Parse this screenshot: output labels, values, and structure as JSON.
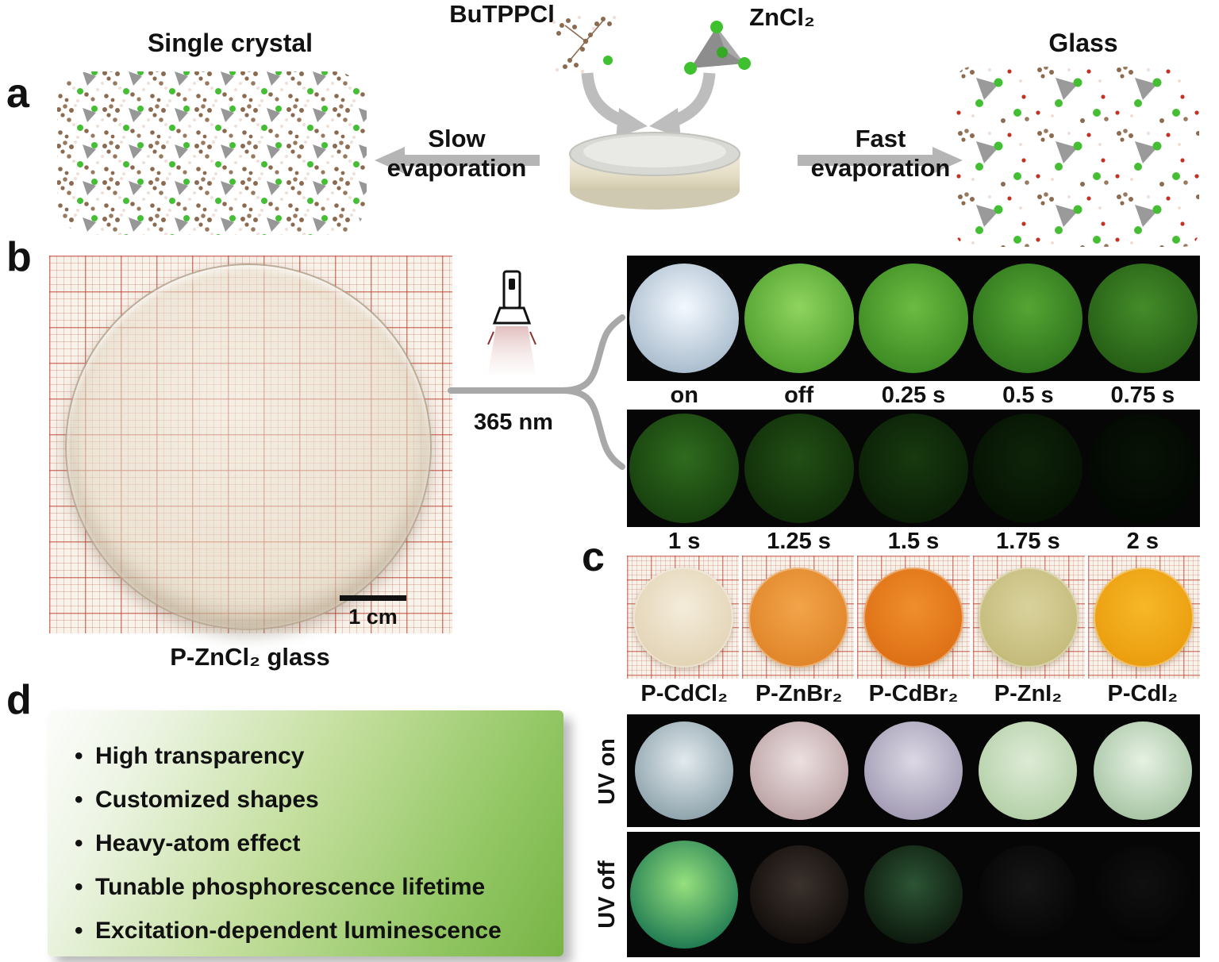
{
  "panel_a": {
    "label": "a",
    "reagent_left": "BuTPPCl",
    "reagent_right": "ZnCl₂",
    "left_product": "Single crystal",
    "right_product": "Glass",
    "left_process": "Slow evaporation",
    "right_process": "Fast evaporation"
  },
  "panel_b": {
    "label": "b",
    "sample_caption": "P-ZnCl₂ glass",
    "scale_bar": "1 cm",
    "excitation": "365 nm",
    "sequence_row1": [
      {
        "label": "on",
        "c1": "#f4f9ff",
        "c2": "#a9bccd"
      },
      {
        "label": "off",
        "c1": "#8fd45f",
        "c2": "#4f9f2e"
      },
      {
        "label": "0.25 s",
        "c1": "#6cbb42",
        "c2": "#3c8a23"
      },
      {
        "label": "0.5 s",
        "c1": "#55a534",
        "c2": "#2e731c"
      },
      {
        "label": "0.75 s",
        "c1": "#448c2a",
        "c2": "#255d15"
      }
    ],
    "sequence_row2": [
      {
        "label": "1 s",
        "c1": "#2f6b1e",
        "c2": "#173f0e"
      },
      {
        "label": "1.25 s",
        "c1": "#224f15",
        "c2": "#102c09"
      },
      {
        "label": "1.5 s",
        "c1": "#173a0f",
        "c2": "#0a1d06"
      },
      {
        "label": "1.75 s",
        "c1": "#0e2409",
        "c2": "#051103"
      },
      {
        "label": "2 s",
        "c1": "#081306",
        "c2": "#020702"
      }
    ]
  },
  "panel_c": {
    "label": "c",
    "samples": [
      {
        "name": "P-CdCl₂",
        "c1": "#f4ecdb",
        "c2": "#e2d3b4"
      },
      {
        "name": "P-ZnBr₂",
        "c1": "#f2a44a",
        "c2": "#e08428"
      },
      {
        "name": "P-CdBr₂",
        "c1": "#ef8e2c",
        "c2": "#dd6f14"
      },
      {
        "name": "P-ZnI₂",
        "c1": "#d9d29c",
        "c2": "#c3ba79"
      },
      {
        "name": "P-CdI₂",
        "c1": "#f6b827",
        "c2": "#ea9c0e"
      }
    ],
    "uv_on": {
      "label": "UV on",
      "discs": [
        {
          "c1": "#e2eaee",
          "c2": "#8ea3ac"
        },
        {
          "c1": "#ece0e1",
          "c2": "#bba2a4"
        },
        {
          "c1": "#dcd8e4",
          "c2": "#a29bb4"
        },
        {
          "c1": "#ddebd6",
          "c2": "#b4d0a8"
        },
        {
          "c1": "#e6f1e3",
          "c2": "#a7c5a4"
        }
      ]
    },
    "uv_off": {
      "label": "UV off",
      "discs": [
        {
          "c1": "#96e07e",
          "c2": "#1f7a52"
        },
        {
          "c1": "#3b322d",
          "c2": "#120d0b"
        },
        {
          "c1": "#2c5434",
          "c2": "#0d1a0e"
        },
        {
          "c1": "#161616",
          "c2": "#050505"
        },
        {
          "c1": "#101010",
          "c2": "#040404"
        }
      ]
    }
  },
  "panel_d": {
    "label": "d",
    "bullets": [
      "High transparency",
      "Customized shapes",
      "Heavy-atom effect",
      "Tunable phosphorescence lifetime",
      "Excitation-dependent luminescence"
    ]
  }
}
